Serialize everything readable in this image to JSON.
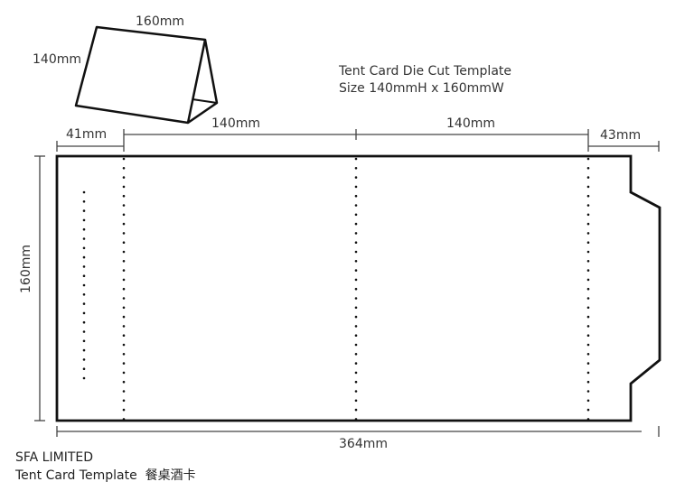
{
  "header": {
    "title": "Tent Card Die Cut Template",
    "size": "Size 140mmH x 160mmW"
  },
  "preview": {
    "width_label": "160mm",
    "height_label": "140mm"
  },
  "dimensions": {
    "left_flap": "41mm",
    "panel_1": "140mm",
    "panel_2": "140mm",
    "right_flap": "43mm",
    "height": "160mm",
    "total_width": "364mm"
  },
  "footer": {
    "company": "SFA LIMITED",
    "template_name": "Tent Card Template",
    "chinese_name": "餐桌酒卡"
  },
  "colors": {
    "line": "#111111",
    "dim_line": "#444444"
  }
}
